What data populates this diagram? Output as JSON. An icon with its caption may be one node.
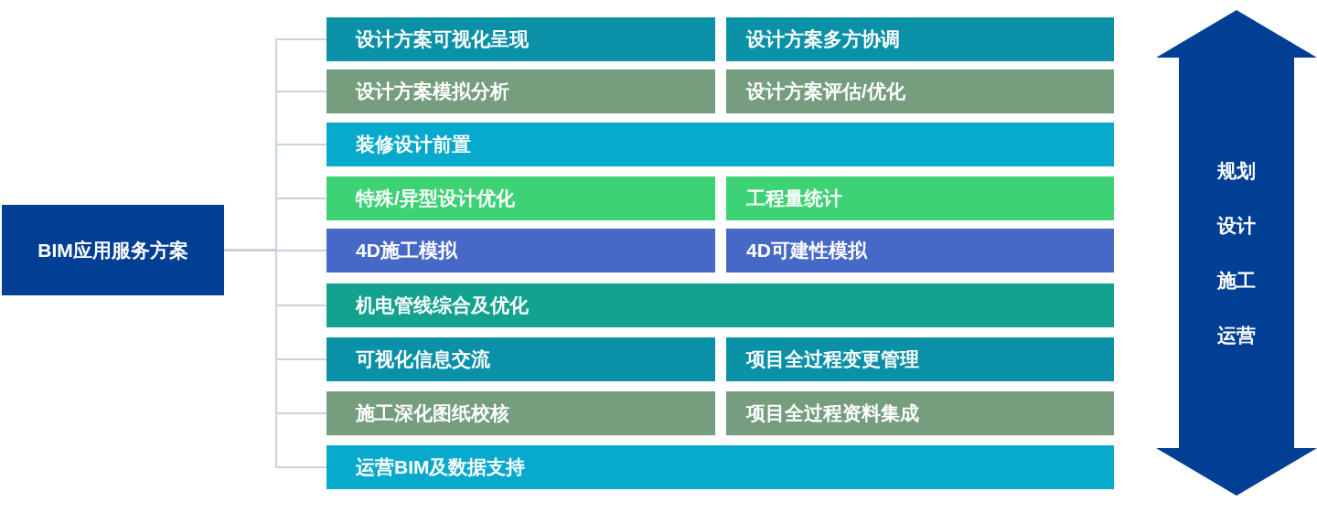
{
  "diagram": {
    "nodes": [
      {
        "text": [
          "BIM应用服务方案"
        ]
      },
      {
        "text": [
          "设计方案可视化呈现"
        ]
      },
      {
        "text": [
          "设计方案多方协调"
        ]
      },
      {
        "text": [
          "设计方案模拟分析"
        ]
      },
      {
        "text": [
          "设计方案评估/优化"
        ]
      },
      {
        "text": [
          "装修设计前置"
        ]
      },
      {
        "text": [
          "特殊/异型设计优化"
        ]
      },
      {
        "text": [
          "工程量统计"
        ]
      },
      {
        "text": [
          "4D施工模拟"
        ]
      },
      {
        "text": [
          "4D可建性模拟"
        ]
      },
      {
        "text": [
          "机电管线综合及优化"
        ]
      },
      {
        "text": [
          "可视化信息交流"
        ]
      },
      {
        "text": [
          "项目全过程变更管理"
        ]
      },
      {
        "text": [
          "施工深化图纸校核"
        ]
      },
      {
        "text": [
          "项目全过程资料集成"
        ]
      },
      {
        "text": [
          "运营BIM及数据支持"
        ]
      },
      {
        "text": [
          "规划",
          "设计",
          "施工",
          "运营"
        ]
      }
    ],
    "edges": [
      {
        "from": 0,
        "to": 1,
        "arrow": "none"
      },
      {
        "from": 0,
        "to": 3,
        "arrow": "none"
      },
      {
        "from": 0,
        "to": 5,
        "arrow": "none"
      },
      {
        "from": 0,
        "to": 6,
        "arrow": "none"
      },
      {
        "from": 0,
        "to": 8,
        "arrow": "none"
      },
      {
        "from": 0,
        "to": 10,
        "arrow": "none"
      },
      {
        "from": 0,
        "to": 11,
        "arrow": "none"
      },
      {
        "from": 0,
        "to": 13,
        "arrow": "none"
      },
      {
        "from": 0,
        "to": 15,
        "arrow": "none"
      }
    ]
  }
}
